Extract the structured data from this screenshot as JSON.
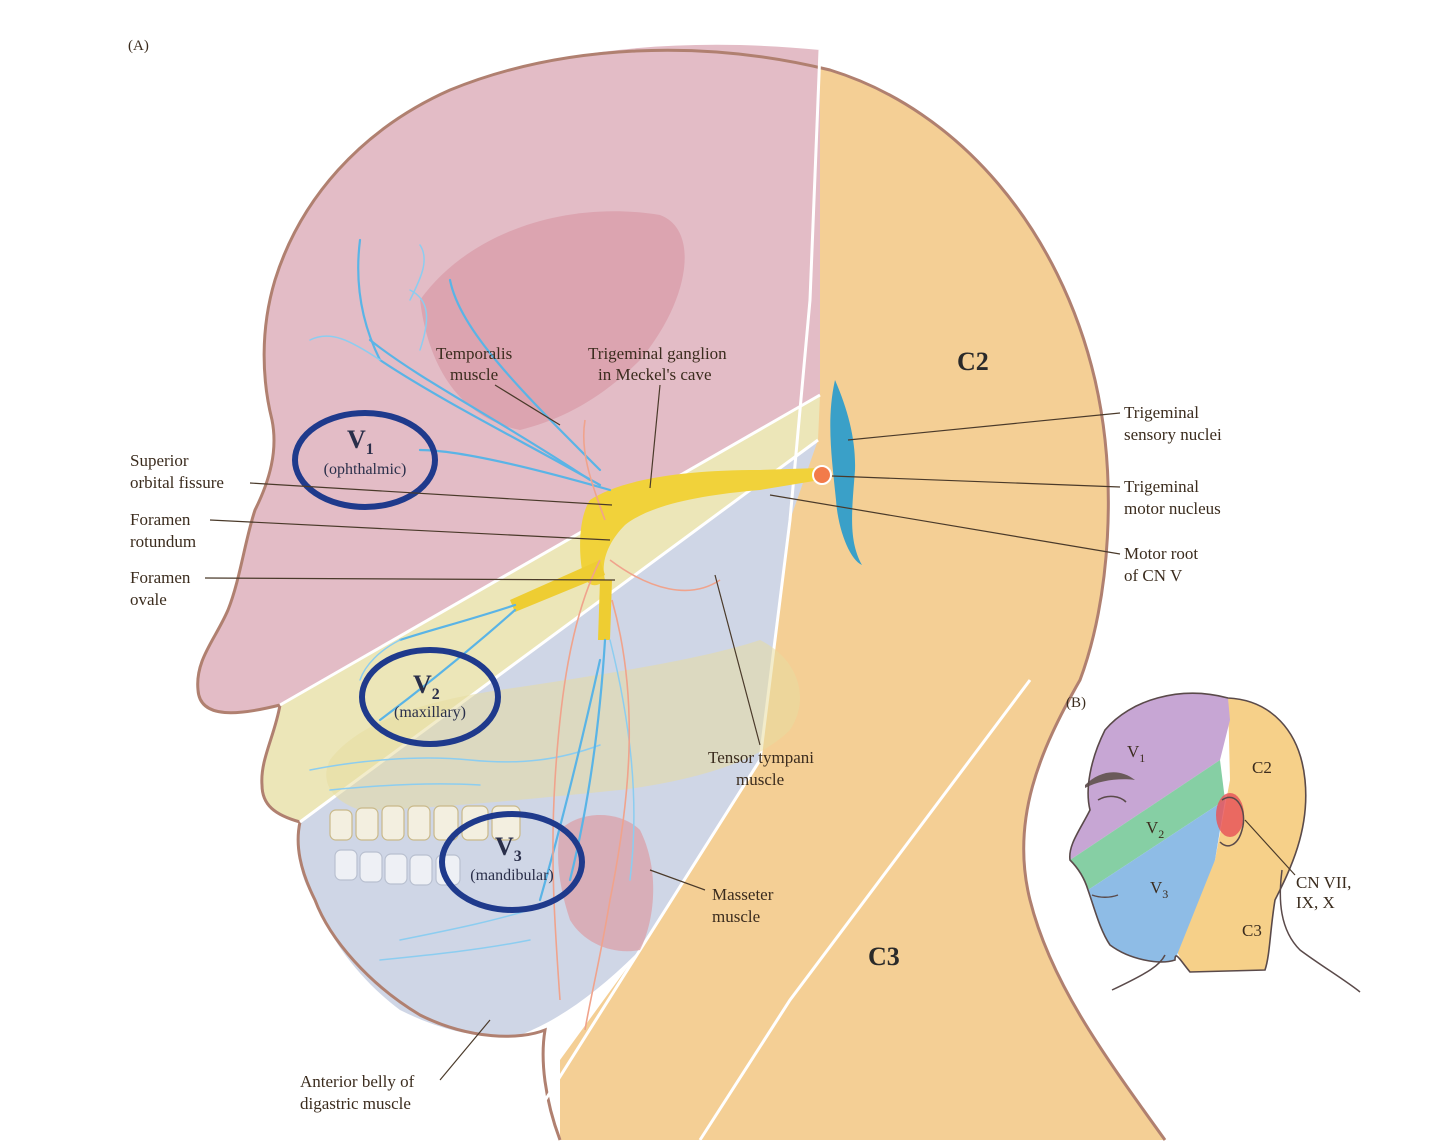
{
  "panel_a": {
    "tag": "(A)",
    "regions": {
      "c2": "C2",
      "c3": "C3"
    },
    "divisions": {
      "v1": {
        "letter": "V",
        "sub": "1",
        "name": "(ophthalmic)"
      },
      "v2": {
        "letter": "V",
        "sub": "2",
        "name": "(maxillary)"
      },
      "v3": {
        "letter": "V",
        "sub": "3",
        "name": "(mandibular)"
      }
    },
    "labels": {
      "temporalis": [
        "Temporalis",
        "muscle"
      ],
      "ganglion": [
        "Trigeminal ganglion",
        "in Meckel's cave"
      ],
      "sensory_nuclei": [
        "Trigeminal",
        "sensory nuclei"
      ],
      "motor_nucleus": [
        "Trigeminal",
        "motor nucleus"
      ],
      "motor_root": [
        "Motor root",
        "of CN V"
      ],
      "sup_orbital": [
        "Superior",
        "orbital fissure"
      ],
      "rotundum": [
        "Foramen",
        "rotundum"
      ],
      "ovale": [
        "Foramen",
        "ovale"
      ],
      "tensor": [
        "Tensor tympani",
        "muscle"
      ],
      "masseter": [
        "Masseter",
        "muscle"
      ],
      "digastric": [
        "Anterior belly of",
        "digastric muscle"
      ]
    },
    "colors": {
      "v1_region": "#e3bcc6",
      "v2_region": "#ece6b8",
      "v3_region": "#cfd6e6",
      "neck_region": "#f4cf95",
      "nerve": "#5ab4e6",
      "ring": "#1f3a8c"
    }
  },
  "panel_b": {
    "tag": "(B)",
    "labels": {
      "v1": {
        "letter": "V",
        "sub": "1"
      },
      "v2": {
        "letter": "V",
        "sub": "2"
      },
      "v3": {
        "letter": "V",
        "sub": "3"
      },
      "c2": "C2",
      "c3": "C3",
      "cn": [
        "CN VII,",
        "IX, X"
      ]
    },
    "colors": {
      "v1": "#c7a6d4",
      "v2": "#86cfa4",
      "v3": "#8ebce6",
      "c": "#f6d089",
      "ear": "#e8575a"
    }
  }
}
